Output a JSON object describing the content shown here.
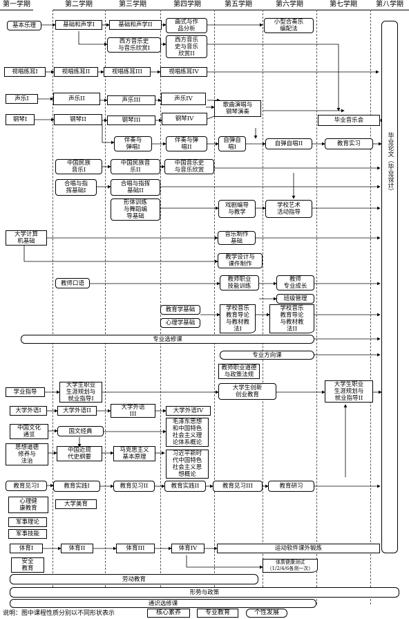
{
  "semesters": [
    "第一学期",
    "第二学期",
    "第三学期",
    "第四学期",
    "第五学期",
    "第六学期",
    "第七学期",
    "第八学期"
  ],
  "courses": {
    "jiben_yueli": "基本乐理",
    "hesheng1": "基础和声学I",
    "hesheng2": "基础和声学II",
    "qushi": "曲式与作\n品分析",
    "xiaoxing": "小型合奏乐\n编配法",
    "xifang1": "西方音乐史\n与音乐欣赏I",
    "xifang2": "西方音乐\n史与音乐\n欣赏II",
    "shichang1": "视唱练耳I",
    "shichang2": "视唱练耳II",
    "shichang3": "视唱练耳III",
    "shichang4": "视唱练耳IV",
    "shengyue1": "声乐I",
    "shengyue2": "声乐II",
    "shengyue3": "声乐III",
    "shengyue4": "声乐IV",
    "gequ_yanchang": "歌曲演唱与\n钢琴演奏",
    "gangqin1": "钢琴I",
    "gangqin2": "钢琴II",
    "gangqin3": "钢琴III",
    "gangqin4": "钢琴IV",
    "biye_yinyuehui": "毕业音乐会",
    "banzou1": "伴奏与\n弹唱I",
    "banzou2": "伴奏与弹\n唱II",
    "zitan1": "自弹自\n唱I",
    "zitan2": "自弹自唱II",
    "jiaoyu_shixi": "教育实习",
    "biye_lunwen": "毕业论文（毕业设计）",
    "minzu1": "中国民族\n音乐I",
    "minzu2": "中国民族音\n乐II",
    "zhongguo_yinyueshi": "中国音乐史\n与音乐欣赏",
    "hechang1": "合唱与指\n挥基础I",
    "hechang2": "合唱与指挥\n基础II",
    "xingti": "形体训练\n与舞蹈编\n导基础",
    "xiju": "戏剧编导\n与教学",
    "xuexiao_yishu": "学校艺术\n活动指导",
    "jisuanji": "大学计算\n机基础",
    "yinyue_zhizuo": "音乐制作\n基础",
    "jiaoxue_sheji": "教学设计与\n课件制作",
    "jiaoshi_kouyu": "教师口语",
    "jiaoshi_zhiye": "教师职业\n技能训练",
    "jiaoshi_chengzhang": "教师\n专业成长",
    "banji_guanli": "班级管理",
    "jiaoyuxue": "教育学基础",
    "xinlixue": "心理学基础",
    "jiaocai1": "学校音乐\n教育导论\n与教材教\n法I",
    "jiaocai2": "学校音乐\n教育导论\n与教材教\n法II",
    "zhuanye_xuanxiu": "专业选修课",
    "zhuanye_fangxiang": "专业方向课",
    "zhiye_daode": "教师职业道德\n与政策法规",
    "chuangxin": "大学生创新\n创业教育",
    "xueye_zhidao": "学业指导",
    "shengya1": "大学生职业\n生涯规划与\n就业指导I",
    "shengya2": "大学生职业\n生涯规划与\n就业指导II",
    "waiyu1": "大学外语I",
    "waiyu2": "大学外语II",
    "waiyu3": "大学外语\nIII",
    "waiyu4": "大学外语IV",
    "mao": "毛泽东思想\n和中国特色\n社会主义理\n论体系概论",
    "xi": "习近平新时\n代中国特色\n社会主义思\n想概论",
    "wenhua": "中国文化\n通览",
    "guowen": "国文经典",
    "jindai": "中国近现\n代史纲要",
    "makesi": "马克思主义\n基本原理",
    "sixiang": "思想道德\n修养与\n法治",
    "jianxi1": "教育见习I",
    "shijian1": "教育实践I",
    "jianxi2": "教育见习II",
    "shijian2": "教育实践II",
    "jianxi3": "教育见习III",
    "yanjiu": "教育研习",
    "xinli_jiankang": "心理健\n康教育",
    "meiyu": "大学美育",
    "junshi_lilun": "军事理论",
    "junshi_jineng": "军事技能",
    "tiyu1": "体育I",
    "tiyu2": "体育II",
    "tiyu3": "体育III",
    "tiyu4": "体育IV",
    "yundong": "运动软件课外锻炼",
    "tizhi": "体质健康测试\n（1/2/4/6各测一次）",
    "anquan": "安全\n教育",
    "laodong": "劳动教育",
    "xingshi": "形势与政策",
    "tongshi": "通识选修课"
  },
  "legend": {
    "prefix": "说明：图中课程性质分别以不同形状表示",
    "items": [
      "核心素养",
      "专业教育",
      "个性发展"
    ]
  }
}
